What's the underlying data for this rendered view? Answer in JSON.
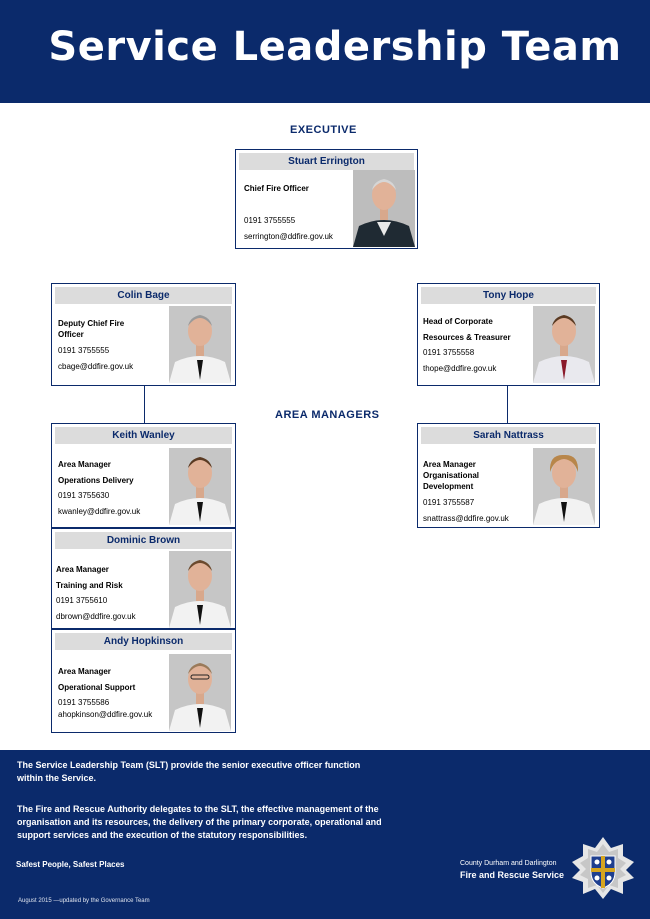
{
  "header": {
    "title": "Service Leadership Team"
  },
  "sections": {
    "executive": "EXECUTIVE",
    "area_managers": "AREA MANAGERS"
  },
  "people": {
    "errington": {
      "name": "Stuart Errington",
      "role": "Chief Fire Officer",
      "phone": "0191 3755555",
      "email": "serrington@ddfire.gov.uk"
    },
    "bage": {
      "name": "Colin Bage",
      "role_line1": "Deputy Chief Fire",
      "role_line2": "Officer",
      "phone": "0191 3755555",
      "email": "cbage@ddfire.gov.uk"
    },
    "hope": {
      "name": "Tony Hope",
      "role_line1": "Head of Corporate",
      "role_line2": "Resources & Treasurer",
      "phone": "0191 3755558",
      "email": "thope@ddfire.gov.uk"
    },
    "wanley": {
      "name": "Keith Wanley",
      "role_line1": "Area Manager",
      "role_line2": "Operations Delivery",
      "phone": "0191 3755630",
      "email": "kwanley@ddfire.gov.uk"
    },
    "nattrass": {
      "name": "Sarah Nattrass",
      "role_line1": "Area Manager",
      "role_line2": "Organisational",
      "role_line3": "Development",
      "phone": "0191 3755587",
      "email": "snattrass@ddfire.gov.uk"
    },
    "brown": {
      "name": "Dominic Brown",
      "role_line1": "Area Manager",
      "role_line2": "Training and Risk",
      "phone": "0191 3755610",
      "email": "dbrown@ddfire.gov.uk"
    },
    "hopkinson": {
      "name": "Andy Hopkinson",
      "role_line1": "Area Manager",
      "role_line2": "Operational Support",
      "phone": "0191 3755586",
      "email": "ahopkinson@ddfire.gov.uk"
    }
  },
  "footer": {
    "para1_line1": "The Service Leadership Team (SLT) provide the senior executive officer function",
    "para1_line2": "within the Service.",
    "para2_line1": "The Fire and Rescue Authority delegates to the SLT, the effective management of the",
    "para2_line2": "organisation and its resources, the delivery of the primary corporate, operational and",
    "para2_line3": "support services and the execution of the statutory responsibilities.",
    "tagline": "Safest People, Safest Places",
    "updated": "August 2015 —updated  by  the Governance Team",
    "brand_line1": "County Durham and Darlington",
    "brand_line2": "Fire and Rescue Service"
  },
  "colors": {
    "navy": "#0b2a6b",
    "name_bar": "#dcdcdc"
  },
  "icons": {
    "crest": "fire-service-crest-icon"
  }
}
